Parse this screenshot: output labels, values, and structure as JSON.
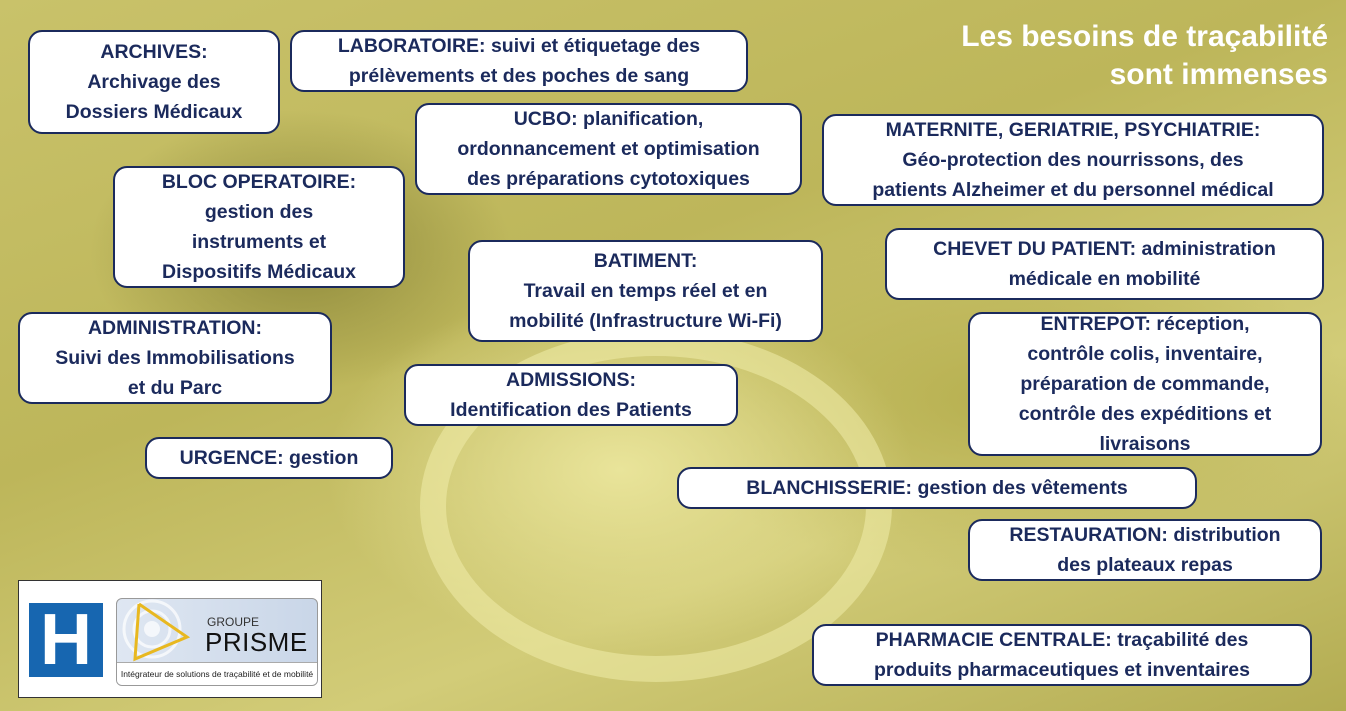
{
  "title": {
    "line1": "Les besoins de traçabilité",
    "line2": "sont immenses"
  },
  "boxes": {
    "archives": [
      "ARCHIVES:",
      "Archivage des",
      "Dossiers Médicaux"
    ],
    "laboratoire": [
      "LABORATOIRE: suivi et étiquetage des",
      "prélèvements et des poches de sang"
    ],
    "ucbo": [
      "UCBO: planification,",
      "ordonnancement et optimisation",
      "des préparations cytotoxiques"
    ],
    "maternite": [
      "MATERNITE, GERIATRIE, PSYCHIATRIE:",
      "Géo-protection des nourrissons, des",
      "patients Alzheimer et du personnel médical"
    ],
    "bloc": [
      "BLOC OPERATOIRE:",
      "gestion des",
      "instruments et",
      "Dispositifs Médicaux"
    ],
    "chevet": [
      "CHEVET DU PATIENT: administration",
      "médicale en mobilité"
    ],
    "batiment": [
      "BATIMENT:",
      "Travail en temps réel et en",
      "mobilité (Infrastructure Wi-Fi)"
    ],
    "administration": [
      "ADMINISTRATION:",
      "Suivi des Immobilisations",
      "et du Parc"
    ],
    "entrepot": [
      "ENTREPOT: réception,",
      "contrôle colis, inventaire,",
      "préparation de commande,",
      "contrôle des expéditions et",
      "livraisons"
    ],
    "admissions": [
      "ADMISSIONS:",
      "Identification  des Patients"
    ],
    "urgence": [
      "URGENCE: gestion"
    ],
    "blanchisserie": [
      "BLANCHISSERIE: gestion des vêtements"
    ],
    "restauration": [
      "RESTAURATION: distribution",
      "des plateaux repas"
    ],
    "pharmacie": [
      "PHARMACIE CENTRALE: traçabilité des",
      "produits pharmaceutiques et inventaires"
    ]
  },
  "logo": {
    "h": "H",
    "groupe": "GROUPE",
    "prisme": "PRISME",
    "tagline": "Intégrateur de solutions de traçabilité et de mobilité"
  },
  "colors": {
    "text": "#1b2a5c",
    "background": "#c9c26a",
    "hospital_blue": "#1766b0"
  }
}
